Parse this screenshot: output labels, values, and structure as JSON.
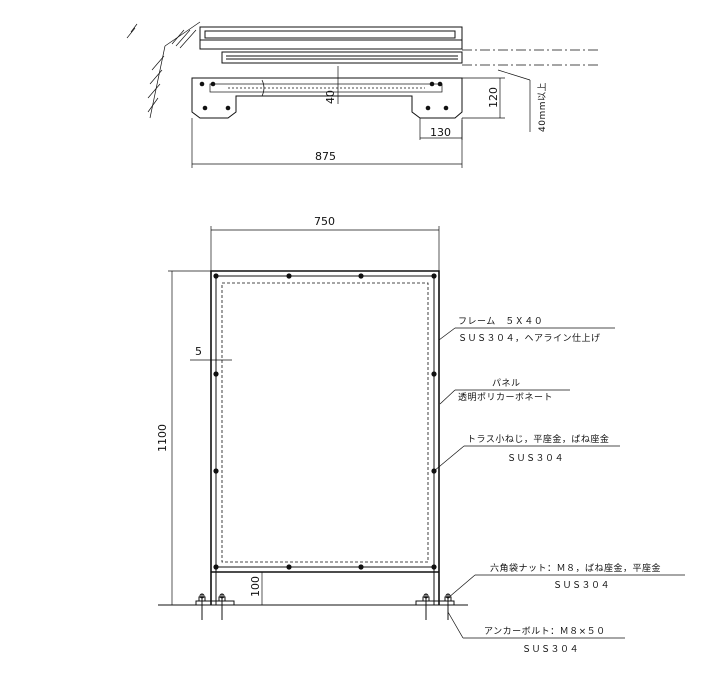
{
  "top_view": {
    "dims": {
      "d40": "40",
      "d120": "120",
      "d130": "130",
      "d875": "875",
      "embed": "40mm以上"
    }
  },
  "front_view": {
    "dims": {
      "d750": "750",
      "d1100": "1100",
      "d5": "5",
      "d100": "100"
    },
    "notes": {
      "frame_line1": "フレーム　５Ｘ４０",
      "frame_line2": "ＳＵＳ３０４，ヘアライン仕上げ",
      "panel_line1": "パネル",
      "panel_line2": "透明ポリカーボネート",
      "screw_line1": "トラス小ねじ，平座金，ばね座金",
      "screw_line2": "ＳＵＳ３０４",
      "nut_line1": "六角袋ナット：Ｍ８，ばね座金，平座金",
      "nut_line2": "ＳＵＳ３０４",
      "anchor_line1": "アンカーボルト：Ｍ８×５０",
      "anchor_line2": "ＳＵＳ３０４"
    }
  }
}
